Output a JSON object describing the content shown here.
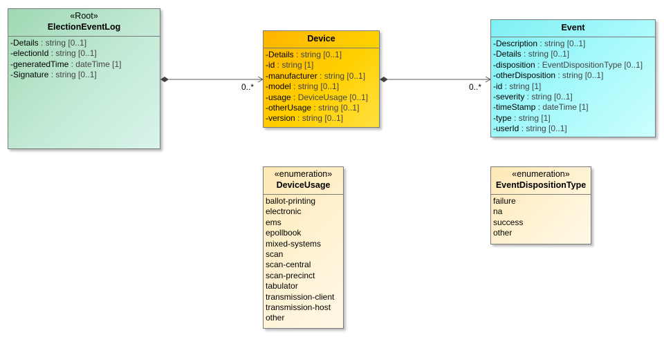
{
  "classes": {
    "root": {
      "stereotype": "«Root»",
      "name": "ElectionEventLog",
      "attributes": [
        {
          "name": "-Details",
          "type": " : string [0..1]"
        },
        {
          "name": "-electionId",
          "type": " : string [0..1]"
        },
        {
          "name": "-generatedTime",
          "type": " : dateTime [1]"
        },
        {
          "name": "-Signature",
          "type": " : string [0..1]"
        }
      ]
    },
    "device": {
      "name": "Device",
      "attributes": [
        {
          "name": "-Details",
          "type": " : string [0..1]"
        },
        {
          "name": "-id",
          "type": " : string [1]"
        },
        {
          "name": "-manufacturer",
          "type": " : string [0..1]"
        },
        {
          "name": "-model",
          "type": " : string [0..1]"
        },
        {
          "name": "-usage",
          "type": " : DeviceUsage [0..1]"
        },
        {
          "name": "-otherUsage",
          "type": " : string [0..1]"
        },
        {
          "name": "-version",
          "type": " : string [0..1]"
        }
      ]
    },
    "event": {
      "name": "Event",
      "attributes": [
        {
          "name": "-Description",
          "type": " : string [0..1]"
        },
        {
          "name": "-Details",
          "type": " : string [0..1]"
        },
        {
          "name": "-disposition",
          "type": " : EventDispositionType [0..1]"
        },
        {
          "name": "-otherDisposition",
          "type": " : string [0..1]"
        },
        {
          "name": "-id",
          "type": " : string [1]"
        },
        {
          "name": "-severity",
          "type": " : string [0..1]"
        },
        {
          "name": "-timeStamp",
          "type": " : dateTime [1]"
        },
        {
          "name": "-type",
          "type": " : string [1]"
        },
        {
          "name": "-userId",
          "type": " : string [0..1]"
        }
      ]
    },
    "device_usage": {
      "stereotype": "«enumeration»",
      "name": "DeviceUsage",
      "literals": [
        "ballot-printing",
        "electronic",
        "ems",
        "epollbook",
        "mixed-systems",
        "scan",
        "scan-central",
        "scan-precinct",
        "tabulator",
        "transmission-client",
        "transmission-host",
        "other"
      ]
    },
    "event_disposition_type": {
      "stereotype": "«enumeration»",
      "name": "EventDispositionType",
      "literals": [
        "failure",
        "na",
        "success",
        "other"
      ]
    }
  },
  "associations": [
    {
      "from": "ElectionEventLog",
      "to": "Device",
      "kind": "composition",
      "multiplicity": "0..*"
    },
    {
      "from": "Device",
      "to": "Event",
      "kind": "composition",
      "multiplicity": "0..*"
    }
  ],
  "colors": {
    "root_fill": "#b8e6c9",
    "device_fill": "#ffc800",
    "event_fill": "#a8f9fb",
    "enum_fill": "#fff3d6",
    "border": "#7a7a7a"
  }
}
